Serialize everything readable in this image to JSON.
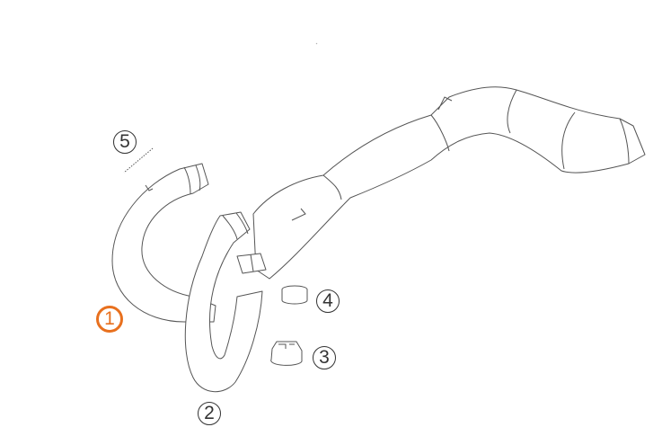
{
  "diagram": {
    "callouts": [
      {
        "id": "1",
        "label": "1",
        "part": "header-pipe-1",
        "highlighted": true
      },
      {
        "id": "2",
        "label": "2",
        "part": "header-pipe-2",
        "highlighted": false
      },
      {
        "id": "3",
        "label": "3",
        "part": "clamp",
        "highlighted": false
      },
      {
        "id": "4",
        "label": "4",
        "part": "sleeve",
        "highlighted": false
      },
      {
        "id": "5",
        "label": "5",
        "part": "spring",
        "highlighted": false
      }
    ],
    "highlight_color": "#e8701e"
  }
}
